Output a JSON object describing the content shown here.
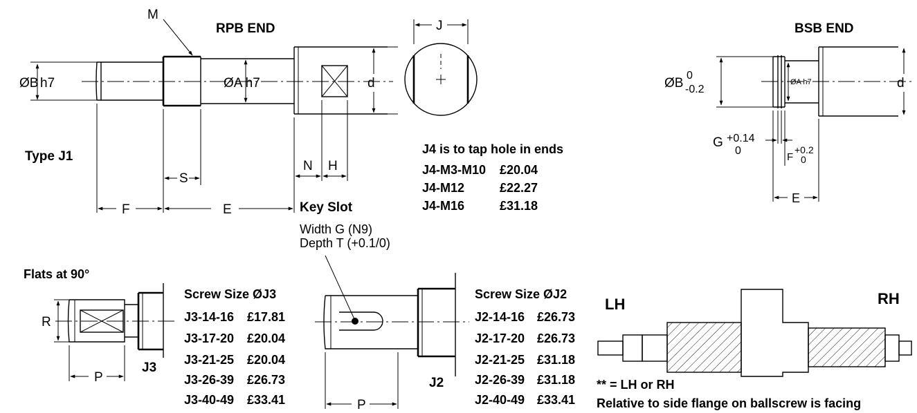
{
  "rpb": {
    "title": "RPB END",
    "m": "M",
    "dia_b": "ØB",
    "h7": "h7",
    "dia_a": "ØA h7",
    "d": "d",
    "type": "Type J1",
    "s": "S",
    "n": "N",
    "h": "H",
    "f": "F",
    "e": "E",
    "keyslot": "Key Slot",
    "width": "Width G (N9)",
    "depth": "Depth T (+0.1/0)"
  },
  "endview": {
    "j": "J",
    "tap_title": "J4 is to tap hole in ends",
    "tap_rows": [
      {
        "code": "J4-M3-M10",
        "price": "£20.04"
      },
      {
        "code": "J4-M12",
        "price": "£22.27"
      },
      {
        "code": "J4-M16",
        "price": "£31.18"
      }
    ]
  },
  "bsb": {
    "title": "BSB END",
    "dia_b": "ØB",
    "tol_up": "0",
    "tol_lo": "-0.2",
    "dia_a": "ØA h7",
    "d": "d",
    "g": "G",
    "g_up": "+0.14",
    "g_lo": "0",
    "f": "F",
    "f_up": "+0.2",
    "f_lo": "0",
    "e": "E"
  },
  "j3": {
    "flats": "Flats at 90°",
    "r": "R",
    "p": "P",
    "label": "J3",
    "header": "Screw Size ØJ3",
    "rows": [
      {
        "code": "J3-14-16",
        "price": "£17.81"
      },
      {
        "code": "J3-17-20",
        "price": "£20.04"
      },
      {
        "code": "J3-21-25",
        "price": "£20.04"
      },
      {
        "code": "J3-26-39",
        "price": "£26.73"
      },
      {
        "code": "J3-40-49",
        "price": "£33.41"
      }
    ]
  },
  "j2": {
    "p": "P",
    "label": "J2",
    "header": "Screw Size ØJ2",
    "rows": [
      {
        "code": "J2-14-16",
        "price": "£26.73"
      },
      {
        "code": "J2-17-20",
        "price": "£26.73"
      },
      {
        "code": "J2-21-25",
        "price": "£31.18"
      },
      {
        "code": "J2-26-39",
        "price": "£31.18"
      },
      {
        "code": "J2-40-49",
        "price": "£33.41"
      }
    ]
  },
  "hand": {
    "lh": "LH",
    "rh": "RH",
    "note1": "** = LH or RH",
    "note2": "Relative to side flange on ballscrew is facing"
  }
}
